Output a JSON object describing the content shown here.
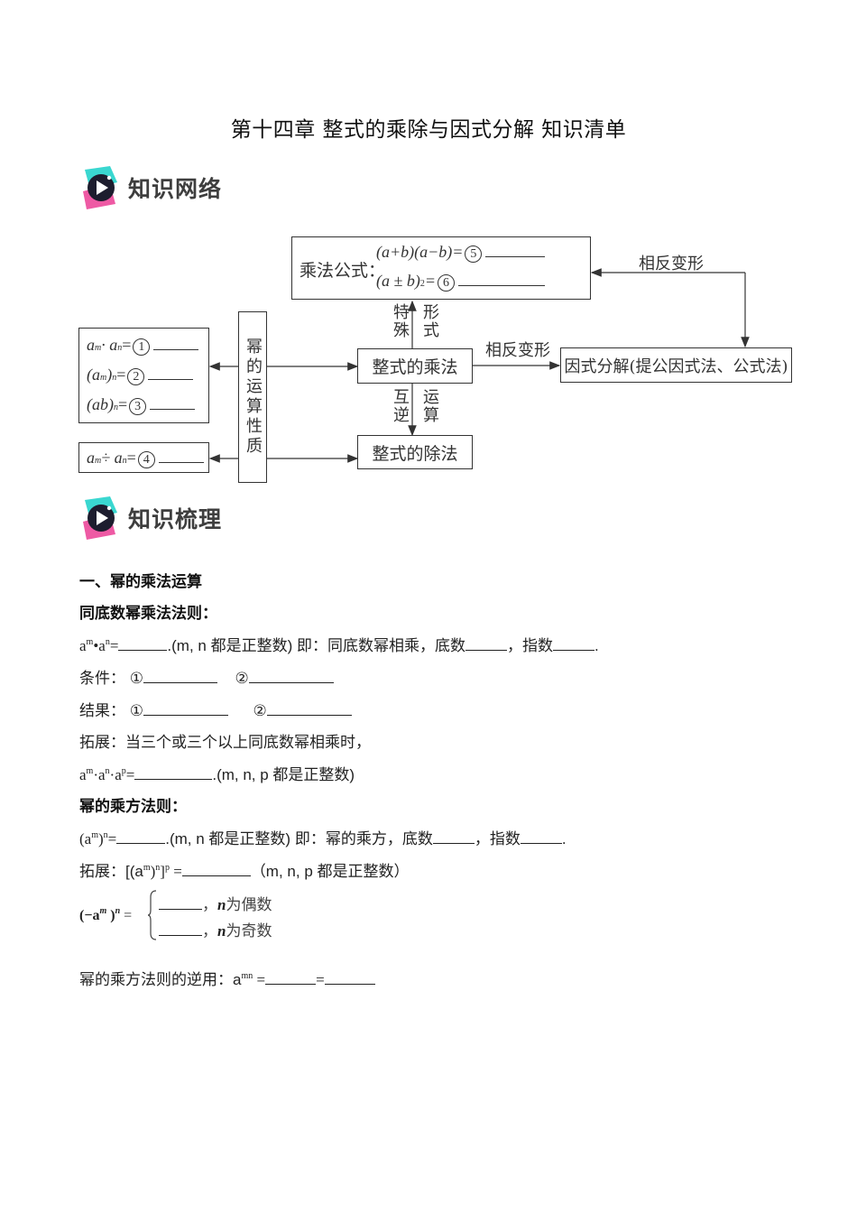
{
  "document": {
    "title": "第十四章 整式的乘除与因式分解 知识清单"
  },
  "banners": {
    "network": {
      "label": "知识网络",
      "icon": "play-icon"
    },
    "review": {
      "label": "知识梳理",
      "icon": "play-icon"
    }
  },
  "diagram": {
    "formula_box": {
      "label": "乘法公式：",
      "row1_expr": "(a+b)(a−b)=",
      "row1_num": "5",
      "row2_expr": "(a ± b)",
      "row2_sup": "2",
      "row2_eq": "=",
      "row2_num": "6"
    },
    "reverse_top": "相反变形",
    "special_left": "特殊",
    "special_right": "形式",
    "mult_box": "整式的乘法",
    "reverse_mid": "相反变形",
    "factor_box": "因式分解(提公因式法、公式法)",
    "inverse_left": "互逆",
    "inverse_right": "运算",
    "div_box": "整式的除法",
    "power_box": "幂的运算性质",
    "rules_box": {
      "r1_a": "a",
      "r1_sup1": "m",
      "r1_dot": " · a",
      "r1_sup2": "n",
      "r1_eq": "=",
      "r1_num": "1",
      "r2_a": "(a",
      "r2_sup1": "m",
      "r2_b": ")",
      "r2_sup2": "n",
      "r2_eq": "=",
      "r2_num": "2",
      "r3_a": "(ab)",
      "r3_sup": "n",
      "r3_eq": "=",
      "r3_num": "3"
    },
    "div_rule": {
      "a": "a",
      "sup1": "m",
      "op": " ÷ a",
      "sup2": "n",
      "eq": "=",
      "num": "4"
    }
  },
  "content": {
    "section1": "一、幂的乘法运算",
    "rule1_title": "同底数幂乘法法则：",
    "rule1_line": {
      "pre": "a",
      "s1": "m",
      "mid": "•a",
      "s2": "n",
      "eq": "=",
      "tail1": ".(m,  n 都是正整数) 即：同底数幂相乘，底数",
      "tail2": "，指数",
      "end": "."
    },
    "condition": {
      "label": "条件：",
      "c1": "①",
      "c2": "②"
    },
    "result": {
      "label": "结果：",
      "r1": "①",
      "r2": "②"
    },
    "extend1": "拓展：当三个或三个以上同底数幂相乘时，",
    "extend1_formula": {
      "a1": "a",
      "s1": "m",
      "a2": "·a",
      "s2": "n",
      "a3": "·a",
      "s3": "p",
      "eq": "=",
      "tail": ".(m,  n,  p 都是正整数)"
    },
    "rule2_title": "幂的乘方法则：",
    "rule2_line": {
      "pre": "(a",
      "s1": "m",
      "mid": ")",
      "s2": "n",
      "eq": "=",
      "tail1": ".(m,  n 都是正整数) 即：幂的乘方，底数",
      "tail2": "，指数",
      "end": "."
    },
    "extend2": {
      "label": "拓展：[(a",
      "s1": "m",
      "mid": ")",
      "s2": "n",
      "mid2": "]",
      "s3": "p",
      "eq": " =",
      "tail": "（m,  n,  p 都是正整数）"
    },
    "piecewise": {
      "lhs": "(−a",
      "lhs_sup1": "m",
      "lhs_close": " )",
      "lhs_sup2": "n",
      "eq": " =",
      "case1_cond_var": "n",
      "case1_cond": "为偶数",
      "case2_cond_var": "n",
      "case2_cond": "为奇数",
      "sep": "，"
    },
    "inverse": {
      "label": "幂的乘方法则的逆用：a",
      "sup": "mn",
      "eq1": " =",
      "eq2": "="
    }
  }
}
